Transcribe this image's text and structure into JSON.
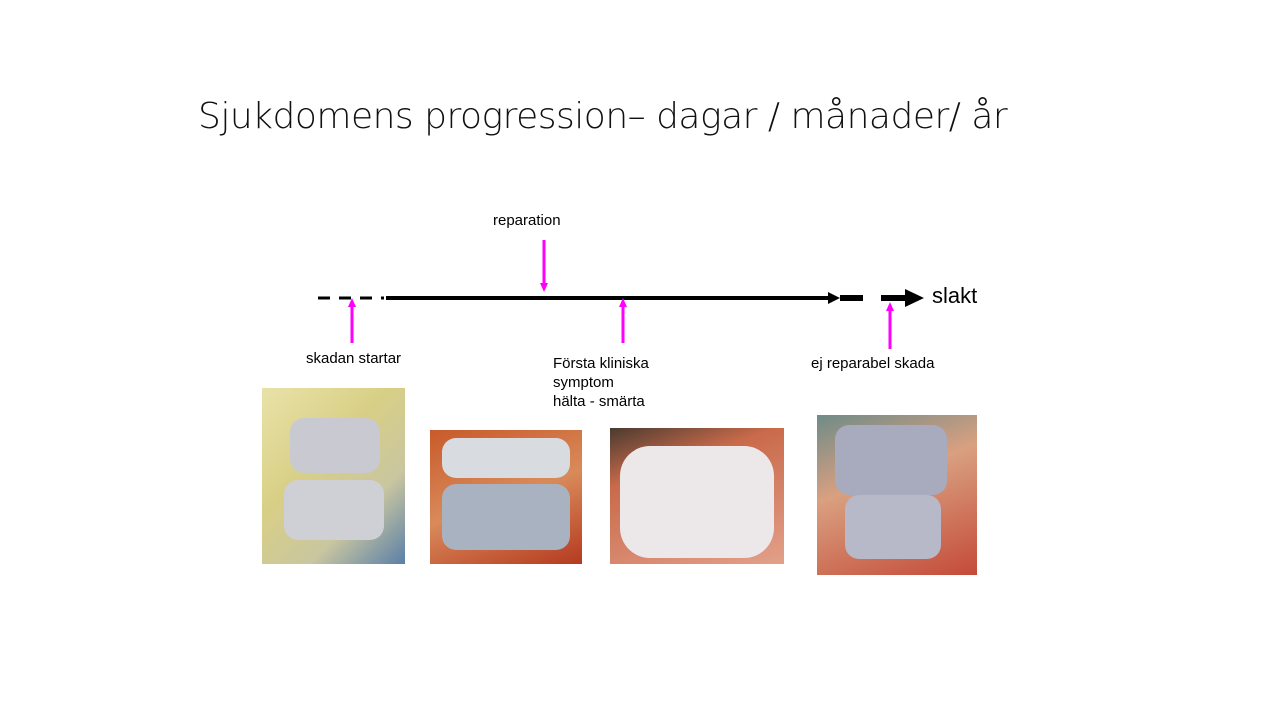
{
  "slide": {
    "title": "Sjukdomens progression– dagar / månader/ år"
  },
  "timeline": {
    "end_label": "slakt",
    "markers": [
      {
        "label": "reparation",
        "direction": "down"
      },
      {
        "label": "skadan startar",
        "direction": "up"
      },
      {
        "label": "Första kliniska\nsymptom\nhälta - smärta",
        "direction": "up"
      },
      {
        "label": "ej reparabel skada",
        "direction": "up"
      }
    ]
  },
  "colors": {
    "arrow": "#ff00ff",
    "line": "#000000"
  }
}
